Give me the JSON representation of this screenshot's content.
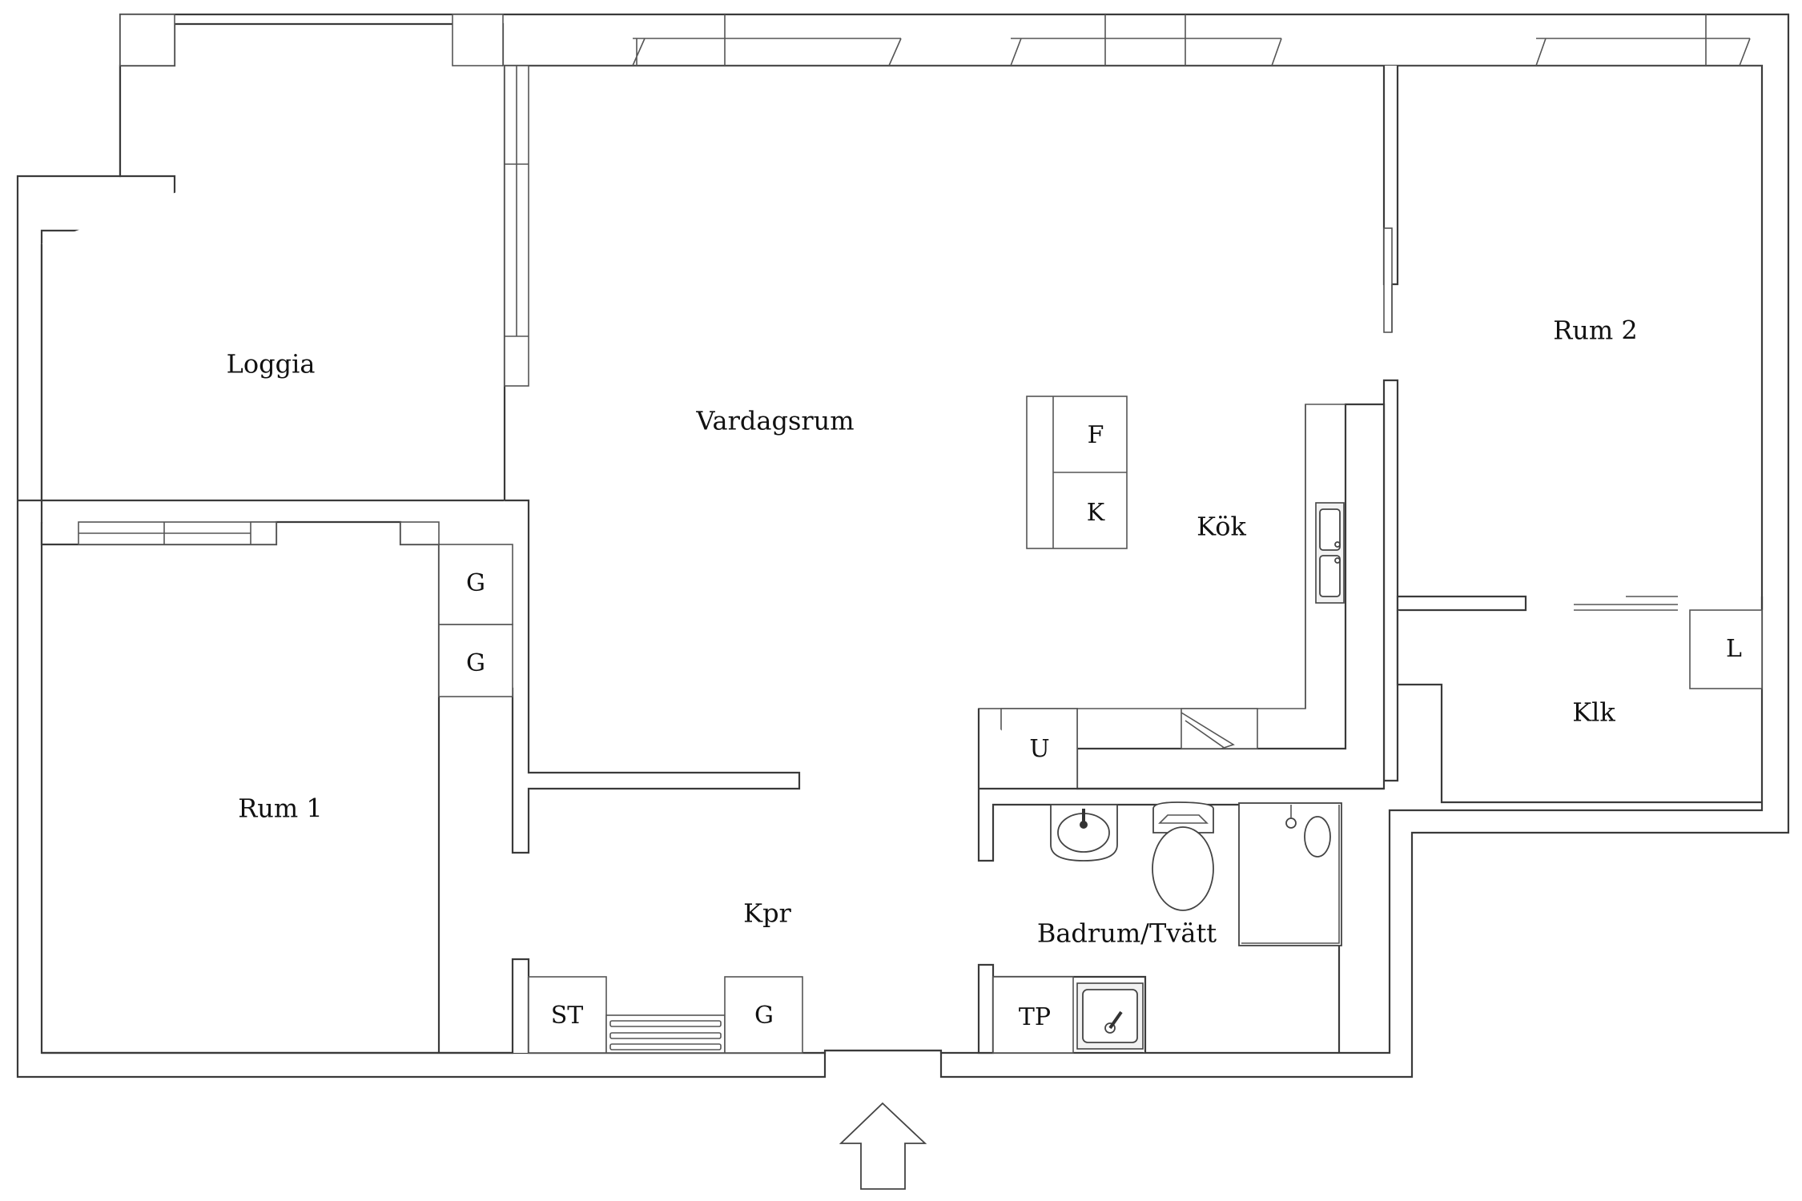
{
  "rooms": {
    "loggia": "Loggia",
    "vardagsrum": "Vardagsrum",
    "rum2": "Rum 2",
    "kok": "Kök",
    "rum1": "Rum 1",
    "kpr": "Kpr",
    "badrum": "Badrum/Tvätt",
    "klk": "Klk"
  },
  "fixtures": {
    "fridge": "F",
    "freezer": "K",
    "wardrobe_1": "G",
    "wardrobe_2": "G",
    "wardrobe_hall": "G",
    "oven": "U",
    "linen": "L",
    "storage": "ST",
    "dryer": "TP"
  },
  "entrance": "entrance-arrow-icon"
}
